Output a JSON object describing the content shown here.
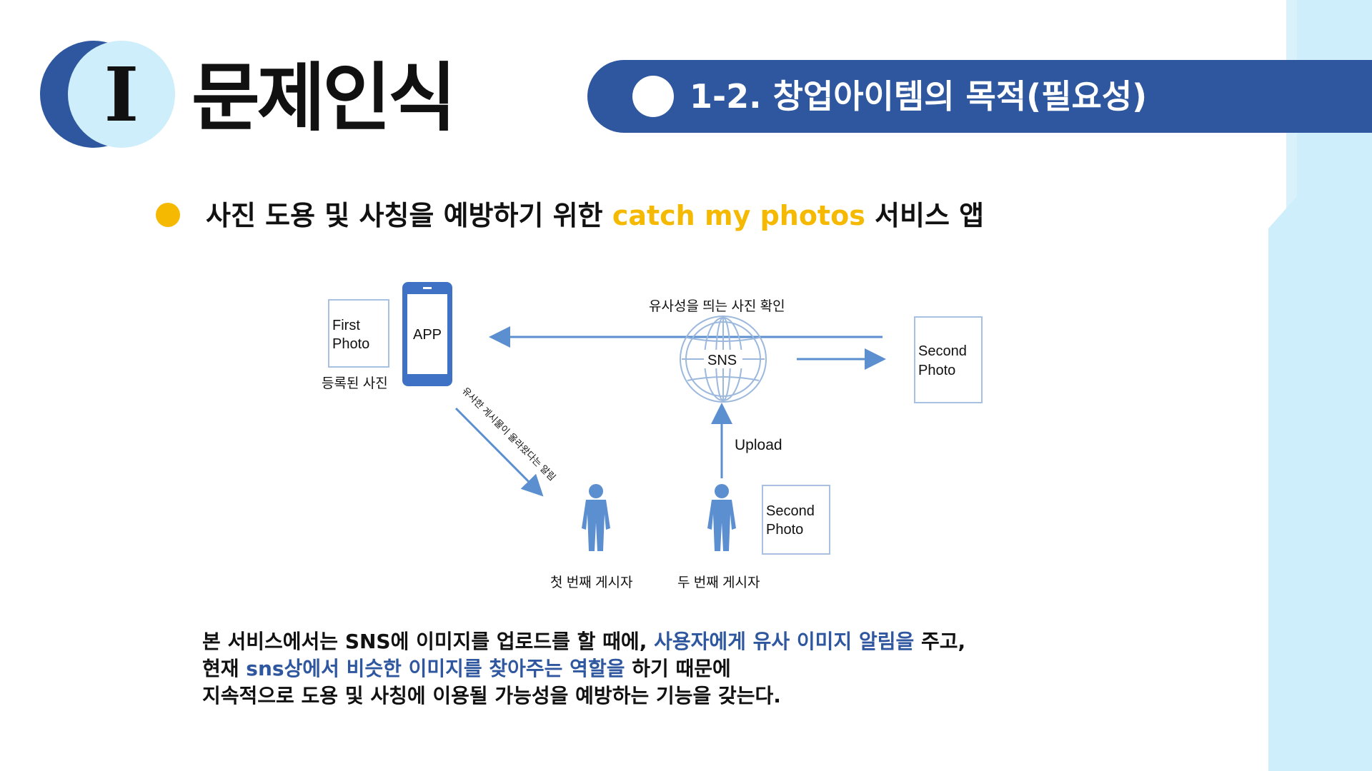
{
  "header": {
    "logo_numeral": "I",
    "title": "문제인식",
    "section_title": "1-2. 창업아이템의 목적(필요성)"
  },
  "bullet": {
    "prefix": "사진 도용 및 사칭을 예방하기 위한 ",
    "highlight": "catch my photos",
    "suffix": " 서비스 앱"
  },
  "diagram": {
    "first_photo_line1": "First",
    "first_photo_line2": "Photo",
    "app_label": "APP",
    "registered_photo_label": "등록된 사진",
    "similar_check_label": "유사성을 띄는 사진 확인",
    "sns_label": "SNS",
    "second_photo_right_line1": "Second",
    "second_photo_right_line2": "Photo",
    "notification_label": "유사한 게시물이 올라왔다는 알림",
    "upload_label": "Upload",
    "second_photo_bottom_line1": "Second",
    "second_photo_bottom_line2": "Photo",
    "first_poster_label": "첫 번째 게시자",
    "second_poster_label": "두 번째 게시자"
  },
  "description": {
    "line1_a": "본 서비스에서는 SNS에 이미지를 업로드를 할 때에, ",
    "line1_hl": "사용자에게 유사 이미지 알림을",
    "line1_b": " 주고,",
    "line2_a": "현재 ",
    "line2_hl": "sns상에서 비슷한 이미지를 찾아주는 역할을",
    "line2_b": " 하기 때문에",
    "line3": "지속적으로 도용 및 사칭에 이용될 가능성을 예방하는 기능을 갖는다."
  },
  "colors": {
    "primary_blue": "#2f579f",
    "accent_yellow": "#f6b901",
    "light_cyan": "#cdeefa",
    "diagram_blue": "#5b8fd0"
  }
}
